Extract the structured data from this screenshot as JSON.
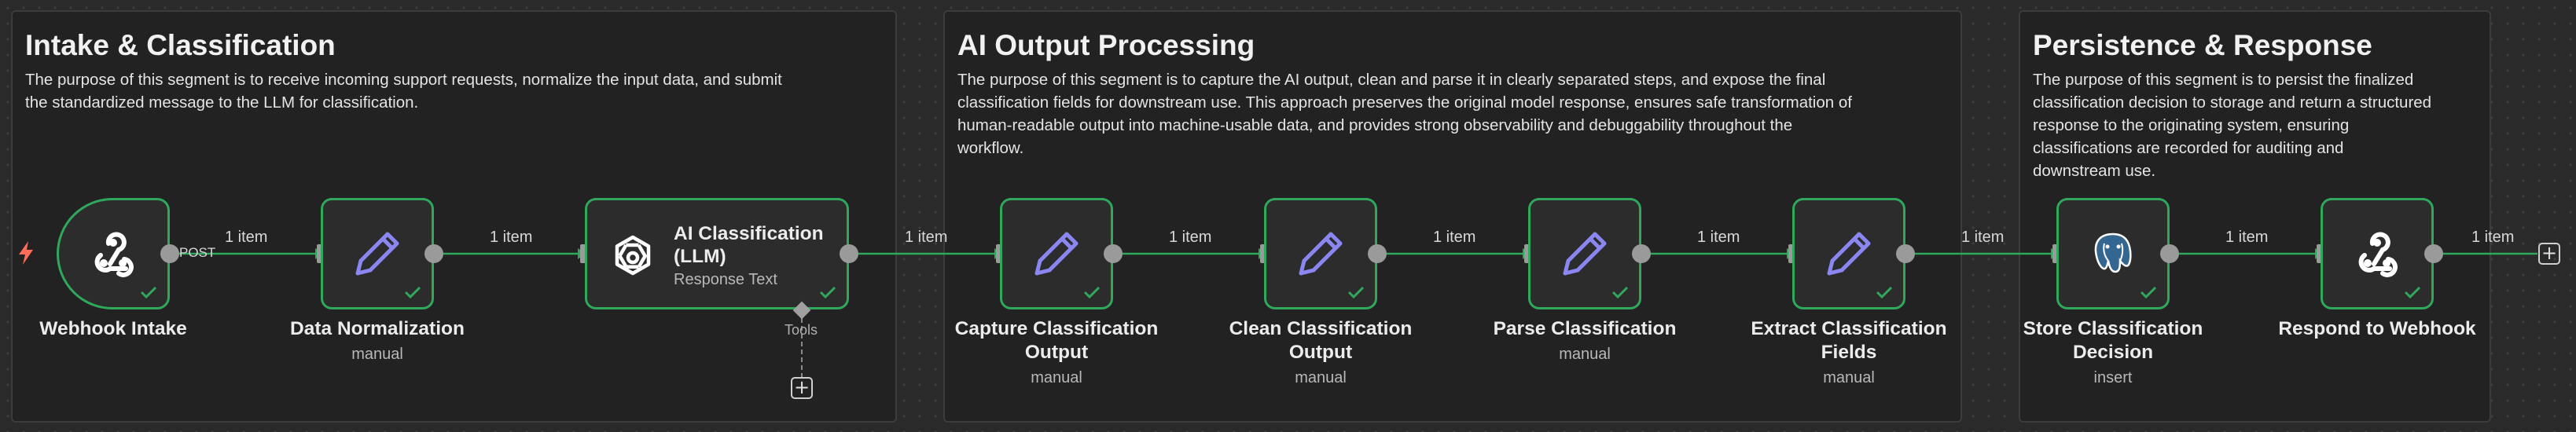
{
  "colors": {
    "canvas": "#2a2a2a",
    "sticky_bg": "#222222",
    "node_border": "#2fa85c",
    "connection": "#2fa85c",
    "trigger_bolt": "#ff6d5a",
    "pencil_icon": "#8b87f0",
    "ai_icon": "#ffffff",
    "postgres_icon": "#336791"
  },
  "sections": [
    {
      "title": "Intake & Classification",
      "description_lines": [
        "The purpose of this segment is to receive incoming support requests, normalize the input data, and submit",
        "the standardized message to the LLM for classification."
      ]
    },
    {
      "title": "AI Output Processing",
      "description_lines": [
        "The purpose of this segment is to capture the AI output, clean and parse it in clearly separated steps, and expose the final",
        "classification fields for downstream use. This approach preserves the original model response, ensures safe transformation of",
        "human-readable output into machine-usable data, and provides strong observability and debuggability throughout the",
        "workflow."
      ]
    },
    {
      "title": "Persistence & Response",
      "description_lines": [
        "The purpose of this segment is to persist the finalized",
        "classification decision to storage and return a structured",
        "response to the originating system, ensuring",
        "classifications are recorded for auditing and",
        "downstream use."
      ]
    }
  ],
  "nodes": [
    {
      "name": "Webhook Intake",
      "icon": "webhook-icon",
      "subtitle": ""
    },
    {
      "name": "Data Normalization",
      "icon": "pencil-icon",
      "subtitle": "manual"
    },
    {
      "name_lines": [
        "AI Classification",
        "(LLM)"
      ],
      "icon": "openai-icon",
      "subtitle": "Response Text",
      "tool_label": "Tools"
    },
    {
      "name_lines": [
        "Capture Classification",
        "Output"
      ],
      "icon": "pencil-icon",
      "subtitle": "manual"
    },
    {
      "name_lines": [
        "Clean Classification",
        "Output"
      ],
      "icon": "pencil-icon",
      "subtitle": "manual"
    },
    {
      "name": "Parse Classification",
      "icon": "pencil-icon",
      "subtitle": "manual"
    },
    {
      "name_lines": [
        "Extract Classification",
        "Fields"
      ],
      "icon": "pencil-icon",
      "subtitle": "manual"
    },
    {
      "name_lines": [
        "Store Classification",
        "Decision"
      ],
      "icon": "postgres-icon",
      "subtitle": "insert"
    },
    {
      "name": "Respond to Webhook",
      "icon": "webhook-icon",
      "subtitle": ""
    }
  ],
  "connections": {
    "post_label": "POST",
    "item_labels": [
      "1 item",
      "1 item",
      "1 item",
      "1 item",
      "1 item",
      "1 item",
      "1 item",
      "1 item",
      "1 item"
    ]
  },
  "icons": [
    "bolt-icon",
    "checkmark-icon",
    "plus-icon",
    "diamond-port-icon"
  ]
}
